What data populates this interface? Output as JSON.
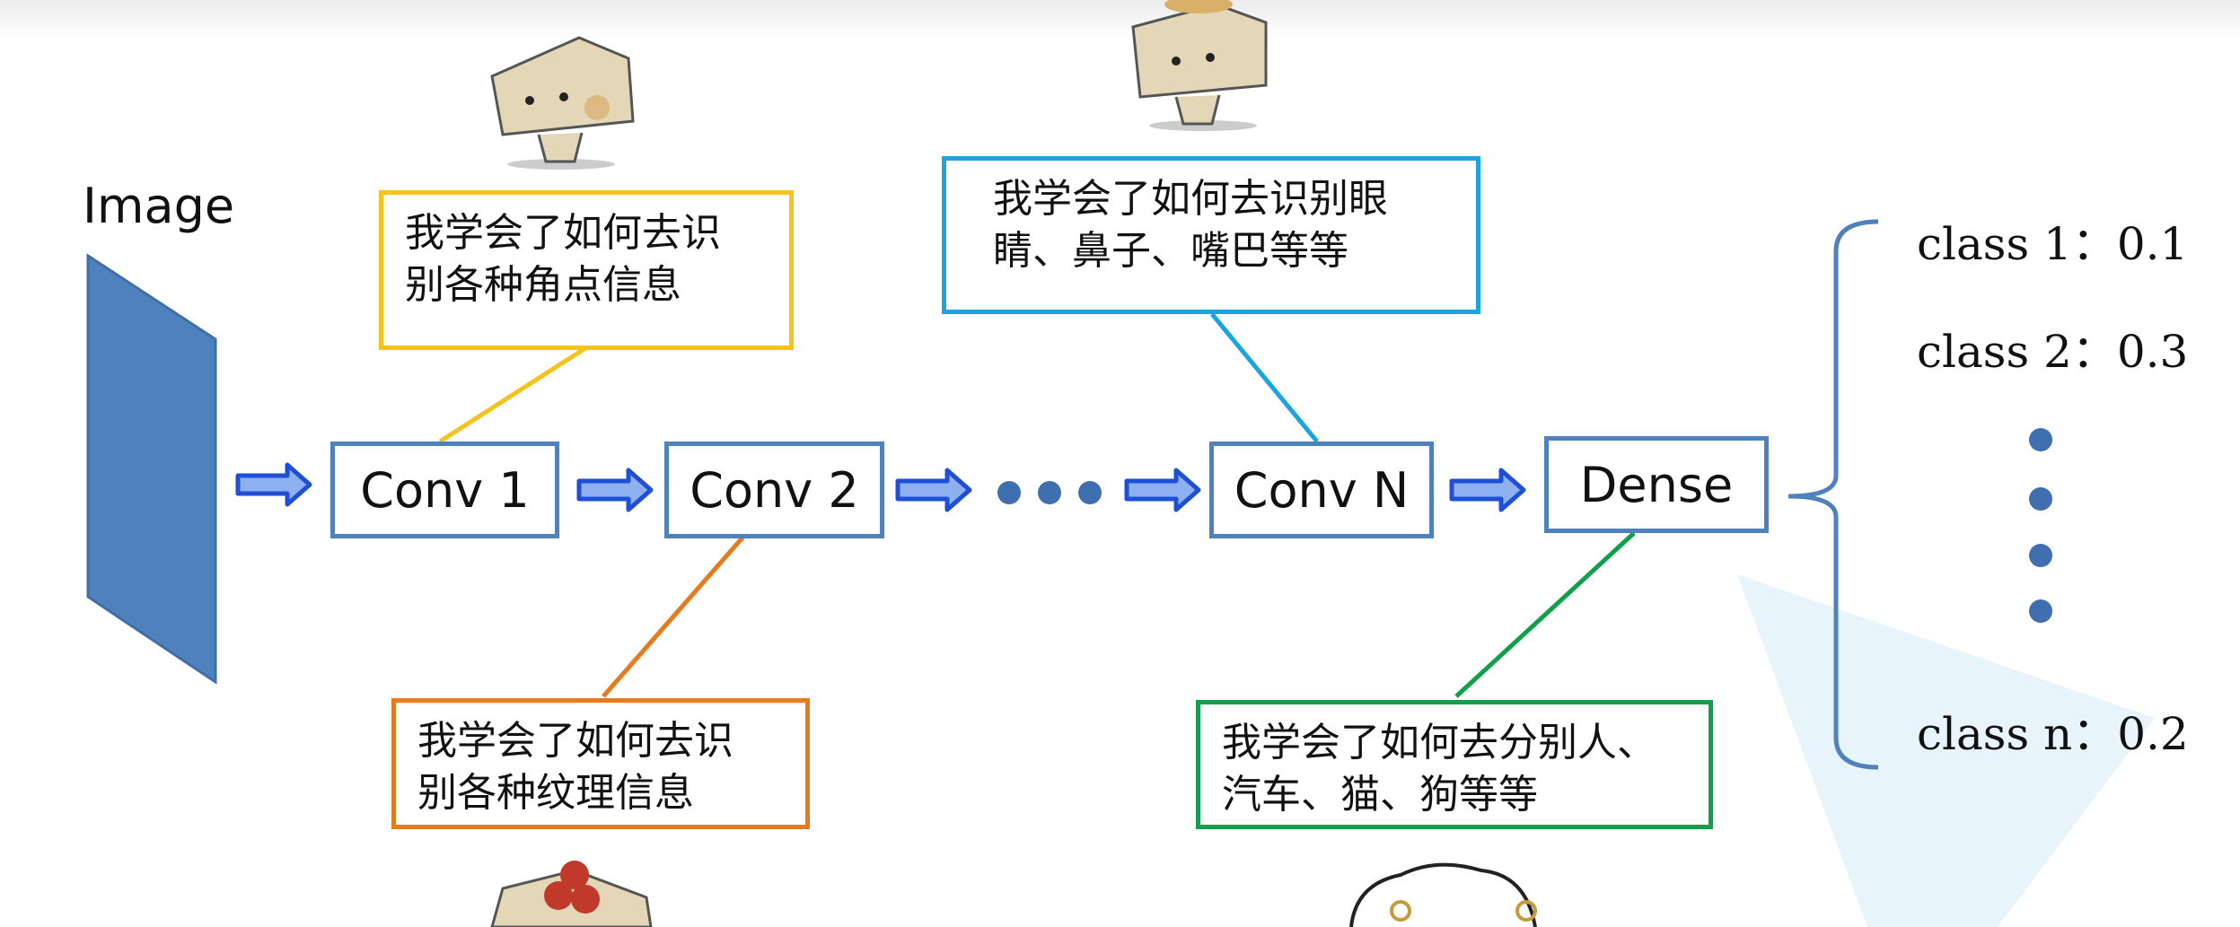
{
  "image_label": "Image",
  "layers": [
    "Conv 1",
    "Conv 2",
    "Conv N",
    "Dense"
  ],
  "notes": {
    "conv1": [
      "我学会了如何去识",
      "别各种角点信息"
    ],
    "conv2": [
      "我学会了如何去识",
      "别各种纹理信息"
    ],
    "convN": [
      "我学会了如何去识别眼",
      "睛、鼻子、嘴巴等等"
    ],
    "dense": [
      "我学会了如何去分别人、",
      "汽车、猫、狗等等"
    ]
  },
  "outputs": {
    "c1": "class 1：0.1",
    "c2": "class 2：0.3",
    "cn": "class n：0.2"
  },
  "colors": {
    "box_border": "#4f81bd",
    "note_conv1": "#f5c31c",
    "note_conv2": "#e57b1d",
    "note_convN": "#1ba5e0",
    "note_dense": "#10a04c",
    "arrow": "#1f4fd6"
  },
  "icons": [
    "tofu-mascot-icon",
    "tofu-mascot-hat-icon",
    "tofu-mascot-cherries-icon",
    "sheep-mascot-icon"
  ]
}
